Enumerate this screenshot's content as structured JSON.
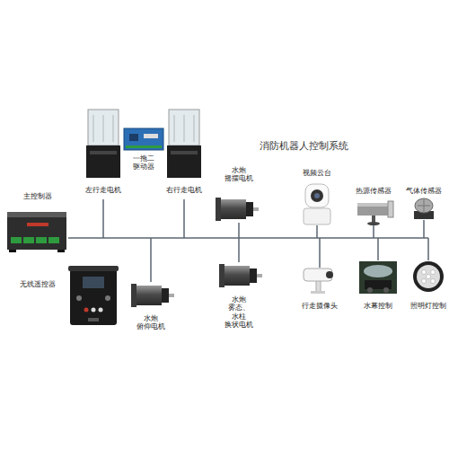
{
  "diagram": {
    "title": "消防机器人控制系统",
    "labels": [
      "主控制器",
      "一拖二 驱动器",
      "左行走电机",
      "右行走电机",
      "水炮 摇摆电机",
      "视频云台",
      "热源传感器",
      "气体传感器",
      "无线遥控器",
      "水炮 俯仰电机",
      "水炮 雾态、水柱 换状电机",
      "行走摄像头",
      "水幕控制",
      "照明灯控制"
    ]
  }
}
